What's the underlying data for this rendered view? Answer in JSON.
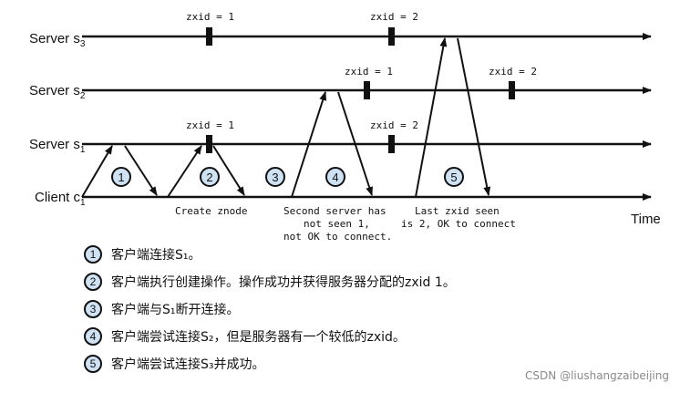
{
  "servers": [
    {
      "id": "s3",
      "label": "Server s",
      "sub": "3"
    },
    {
      "id": "s2",
      "label": "Server s",
      "sub": "2"
    },
    {
      "id": "s1",
      "label": "Server s",
      "sub": "1"
    },
    {
      "id": "c1",
      "label": "Client c",
      "sub": "1"
    }
  ],
  "time_label": "Time",
  "zxid_labels": {
    "s3_1": "zxid = 1",
    "s3_2": "zxid = 2",
    "s2_1": "zxid = 1",
    "s2_2": "zxid = 2",
    "s1_1": "zxid = 1",
    "s1_2": "zxid = 2"
  },
  "steps": [
    "1",
    "2",
    "3",
    "4",
    "5"
  ],
  "annotations": {
    "create": "Create znode",
    "second_1": "Second server has",
    "second_2": "not seen 1,",
    "second_3": "not OK to connect.",
    "last_1": "Last zxid seen",
    "last_2": "is 2, OK to connect"
  },
  "legend": [
    {
      "num": "1",
      "text": "客户端连接S₁。"
    },
    {
      "num": "2",
      "text": "客户端执行创建操作。操作成功并获得服务器分配的zxid 1。"
    },
    {
      "num": "3",
      "text": "客户端与S₁断开连接。"
    },
    {
      "num": "4",
      "text": "客户端尝试连接S₂，但是服务器有一个较低的zxid。"
    },
    {
      "num": "5",
      "text": "客户端尝试连接S₃并成功。"
    }
  ],
  "watermark": "CSDN @liushangzaibeijing",
  "colors": {
    "line": "#111111",
    "badge_fill": "#cfe2f4"
  }
}
